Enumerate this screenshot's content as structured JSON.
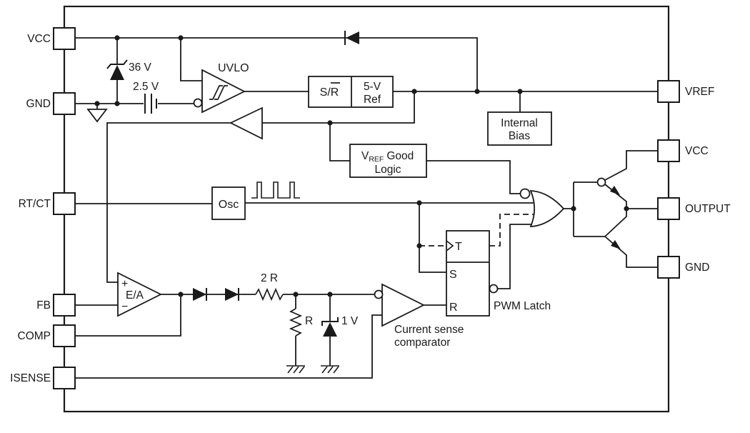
{
  "pins_left": [
    {
      "label": "VCC"
    },
    {
      "label": "GND"
    },
    {
      "label": "RT/CT"
    },
    {
      "label": "FB"
    },
    {
      "label": "COMP"
    },
    {
      "label": "ISENSE"
    }
  ],
  "pins_right": [
    {
      "label": "VREF"
    },
    {
      "label": "VCC"
    },
    {
      "label": "OUTPUT"
    },
    {
      "label": "GND"
    }
  ],
  "blocks": {
    "uvlo": "UVLO",
    "sr_ref": {
      "sr": "S/R",
      "ref_line1": "5-V",
      "ref_line2": "Ref"
    },
    "internal_bias": {
      "line1": "Internal",
      "line2": "Bias"
    },
    "vref_good": {
      "v": "V",
      "sub": "REF",
      "rest": "Good",
      "line2": "Logic"
    },
    "osc": "Osc",
    "error_amp": {
      "label": "E/A",
      "plus": "+",
      "minus": "−"
    },
    "pwm_latch": {
      "t": "T",
      "s": "S",
      "r": "R",
      "caption": "PWM Latch"
    },
    "comparator": {
      "line1": "Current sense",
      "line2": "comparator"
    }
  },
  "values": {
    "zener_top": "36 V",
    "ref_voltage": "2.5 V",
    "r2": "2 R",
    "r": "R",
    "zener_clamp": "1 V"
  }
}
